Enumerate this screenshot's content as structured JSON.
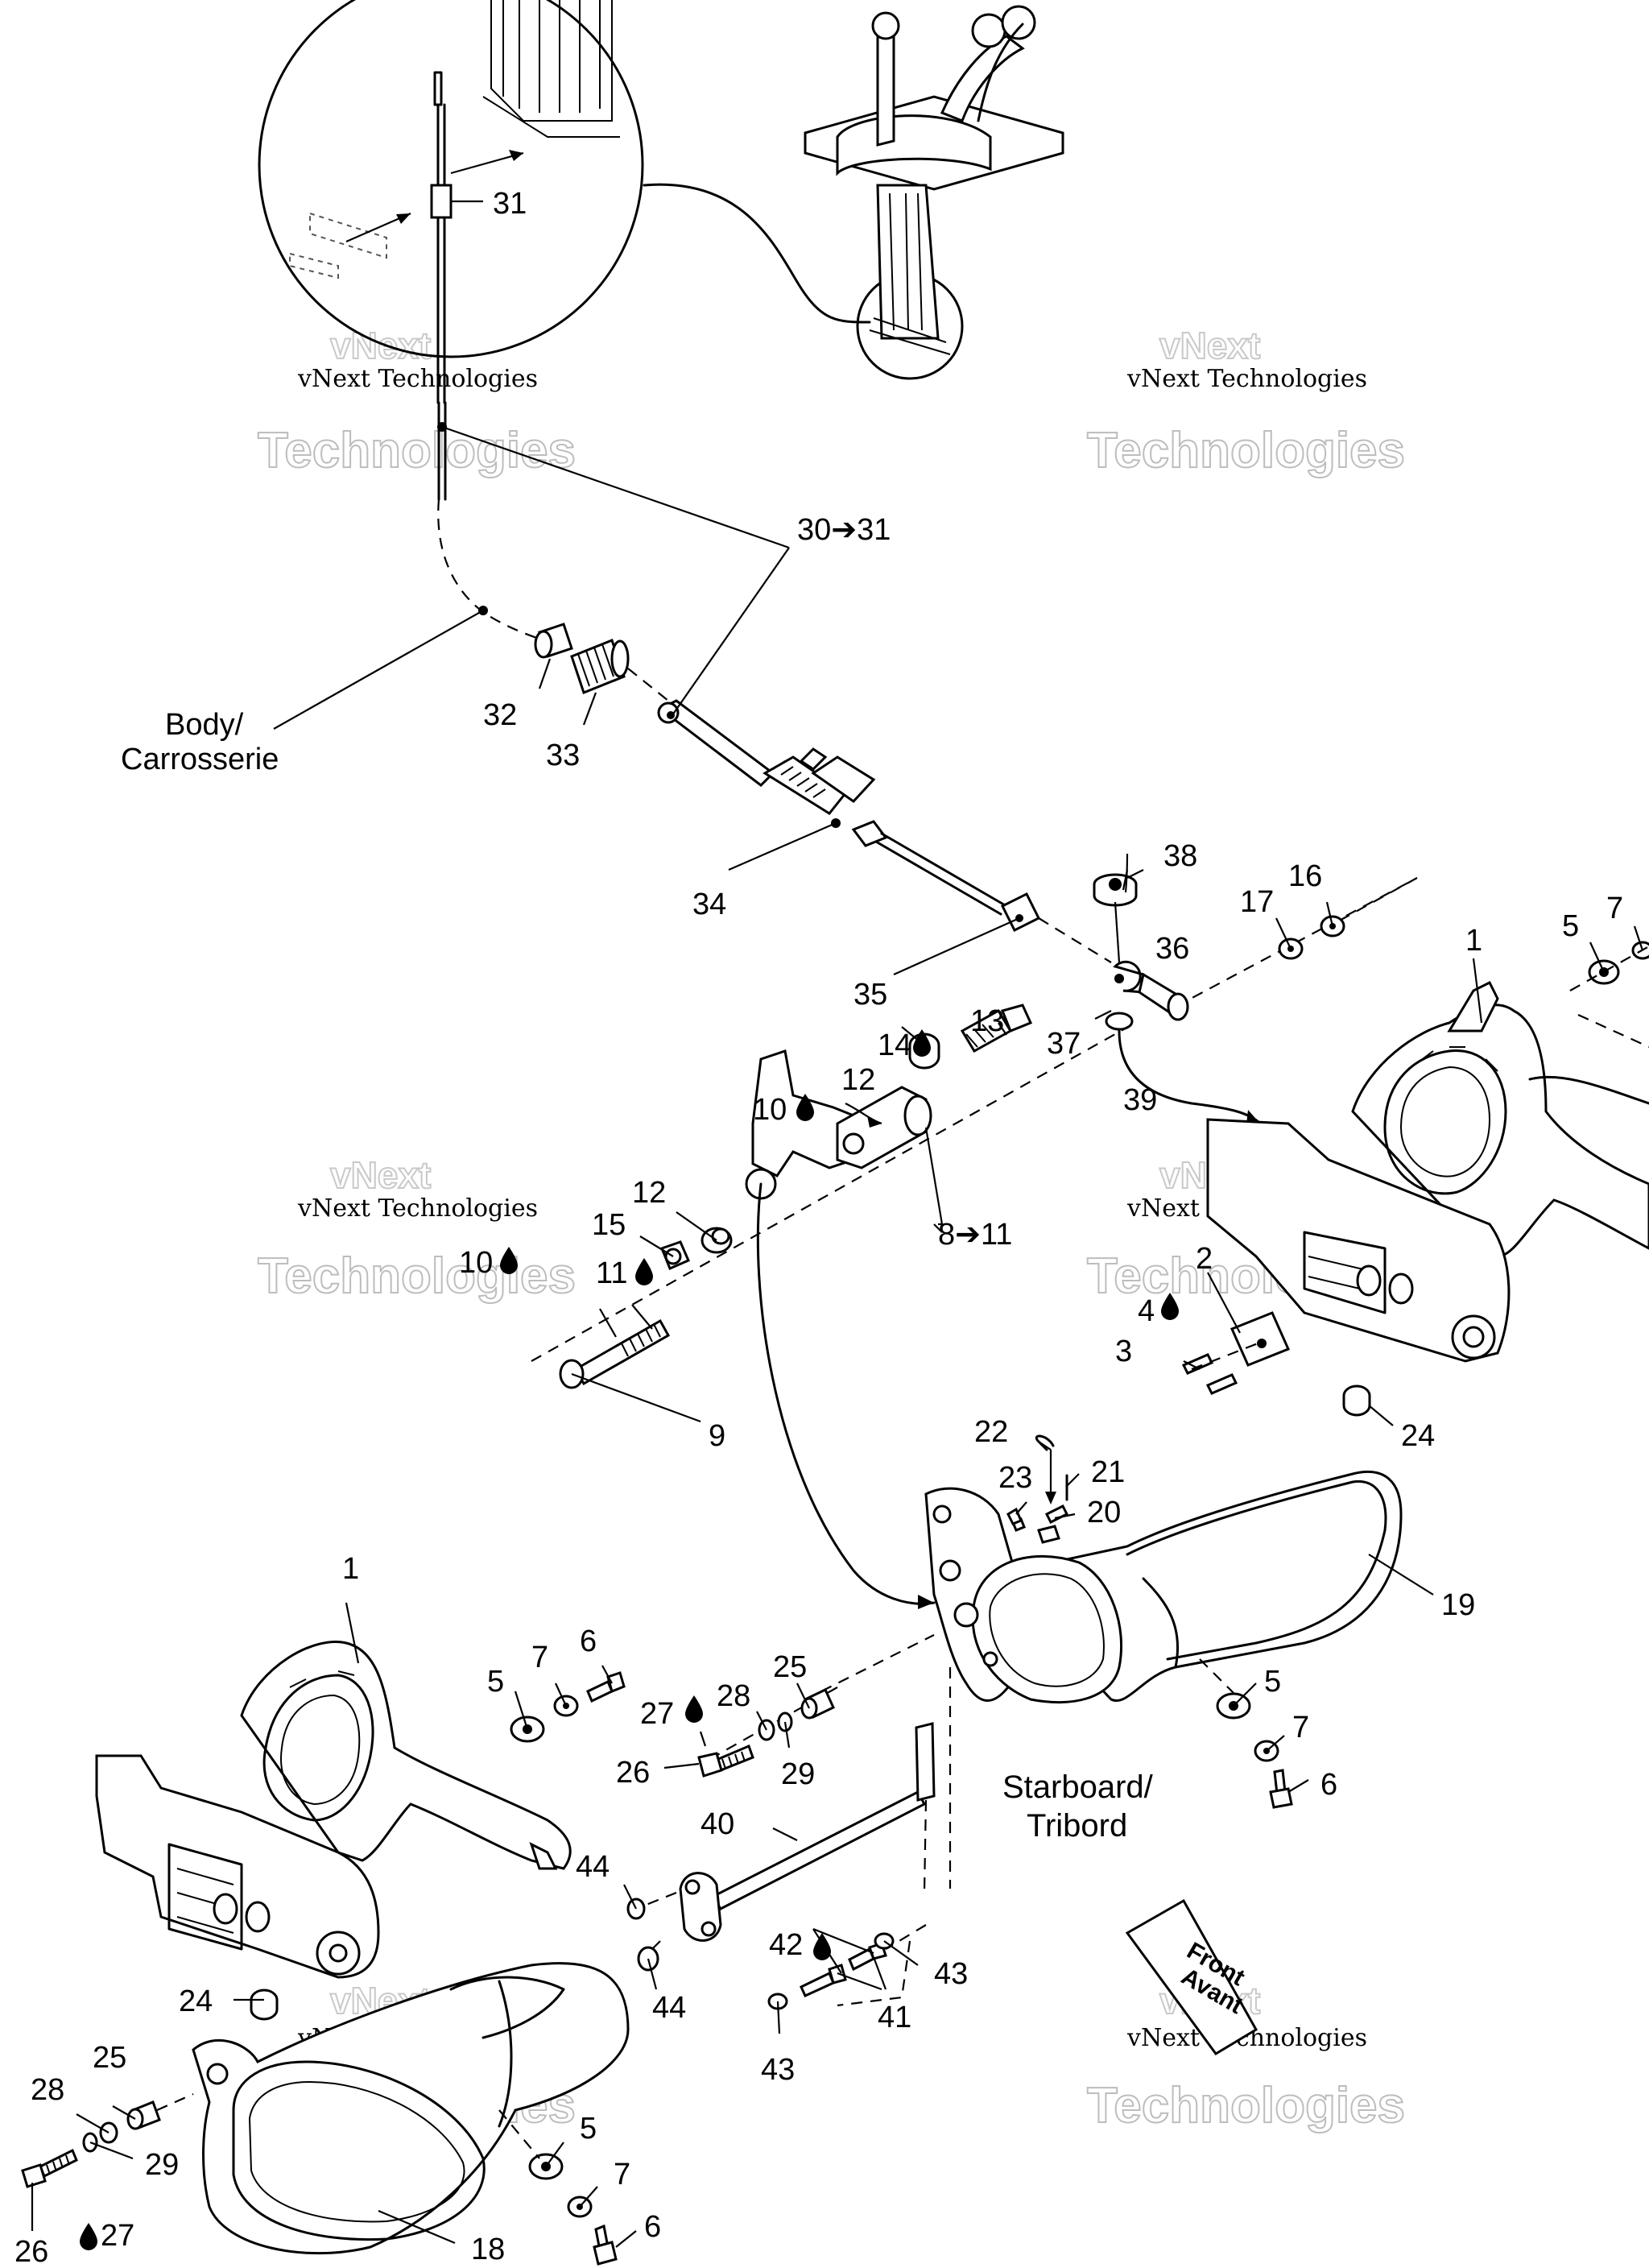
{
  "callouts": {
    "c1a": "1",
    "c1b": "1",
    "c2": "2",
    "c3": "3",
    "c4": "4",
    "c5a": "5",
    "c5b": "5",
    "c5c": "5",
    "c5d": "5",
    "c6a": "6",
    "c6b": "6",
    "c6c": "6",
    "c7a": "7",
    "c7b": "7",
    "c7c": "7",
    "c7d": "7",
    "c8": "8➔11",
    "c9": "9",
    "c10a": "10",
    "c10b": "10",
    "c11": "11",
    "c12a": "12",
    "c12b": "12",
    "c13": "13",
    "c14": "14",
    "c15": "15",
    "c16": "16",
    "c17": "17",
    "c18": "18",
    "c19": "19",
    "c20": "20",
    "c21": "21",
    "c22": "22",
    "c23": "23",
    "c24a": "24",
    "c24b": "24",
    "c25a": "25",
    "c25b": "25",
    "c26a": "26",
    "c26b": "26",
    "c27a": "27",
    "c27b": "27",
    "c28a": "28",
    "c28b": "28",
    "c29a": "29",
    "c29b": "29",
    "c30": "30➔31",
    "c31": "31",
    "c32": "32",
    "c33": "33",
    "c34": "34",
    "c35": "35",
    "c36": "36",
    "c37": "37",
    "c38": "38",
    "c39": "39",
    "c40": "40",
    "c41": "41",
    "c42": "42",
    "c43a": "43",
    "c43b": "43",
    "c44a": "44",
    "c44b": "44"
  },
  "notes": {
    "body_line1": "Body/",
    "body_line2": "Carrosserie",
    "starboard_line1": "Starboard/",
    "starboard_line2": "Tribord",
    "front_line1": "Front",
    "front_line2": "Avant"
  },
  "watermark": {
    "line_top": "vNext",
    "line_mid": "vNext Technologies",
    "line_big": "Technologies"
  },
  "icons": {
    "drop": "adhesive-drop-icon"
  }
}
